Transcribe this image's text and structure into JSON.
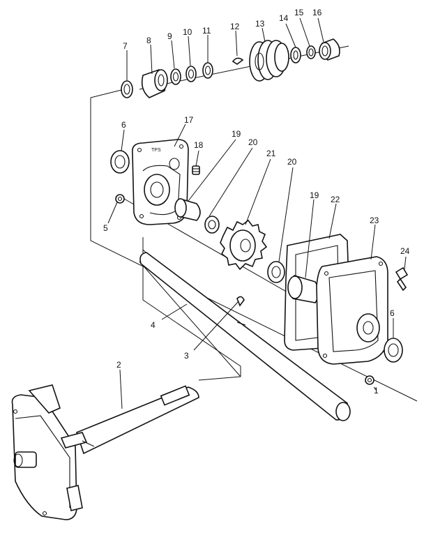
{
  "callouts": [
    {
      "label": "1"
    },
    {
      "label": "2"
    },
    {
      "label": "3"
    },
    {
      "label": "4"
    },
    {
      "label": "5"
    },
    {
      "label": "6"
    },
    {
      "label": "6"
    },
    {
      "label": "7"
    },
    {
      "label": "8"
    },
    {
      "label": "9"
    },
    {
      "label": "10"
    },
    {
      "label": "11"
    },
    {
      "label": "12"
    },
    {
      "label": "13"
    },
    {
      "label": "14"
    },
    {
      "label": "15"
    },
    {
      "label": "16"
    },
    {
      "label": "17"
    },
    {
      "label": "18"
    },
    {
      "label": "19"
    },
    {
      "label": "19"
    },
    {
      "label": "20"
    },
    {
      "label": "20"
    },
    {
      "label": "21"
    },
    {
      "label": "22"
    },
    {
      "label": "23"
    },
    {
      "label": "24"
    }
  ],
  "housing_marking": "TPS"
}
